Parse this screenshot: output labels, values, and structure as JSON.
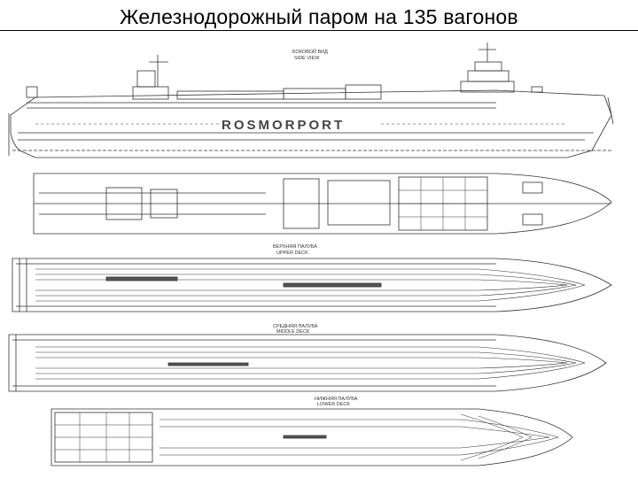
{
  "slide": {
    "title": "Железнодорожный паром на 135 вагонов"
  },
  "drawing": {
    "hull_lettering": "ROSMORPORT",
    "views": {
      "side": {
        "ru": "БОКОВОЙ ВИД",
        "en": "SIDE VIEW"
      },
      "upper": {
        "ru": "ВЕРХНЯЯ ПАЛУБА",
        "en": "UPPER DECK"
      },
      "middle": {
        "ru": "СРЕДНЯЯ ПАЛУБА",
        "en": "MIDDLE DECK"
      },
      "lower": {
        "ru": "НИЖНЯЯ ПАЛУБА",
        "en": "LOWER DECK"
      }
    }
  },
  "colors": {
    "line": "#333333",
    "text": "#000000",
    "background": "#ffffff"
  }
}
